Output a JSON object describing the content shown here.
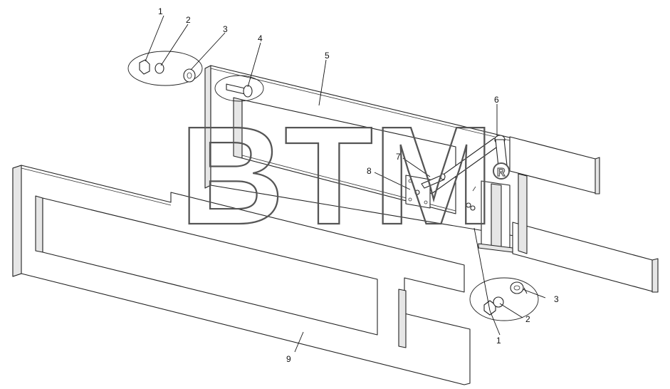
{
  "watermark": {
    "text": "BTM",
    "registered": "R"
  },
  "callouts": {
    "c1_top": "1",
    "c2_top": "2",
    "c3_top": "3",
    "c4": "4",
    "c5": "5",
    "c6": "6",
    "c7": "7",
    "c8": "8",
    "c9": "9",
    "c1_bottom": "1",
    "c2_bottom": "2",
    "c3_bottom": "3"
  }
}
